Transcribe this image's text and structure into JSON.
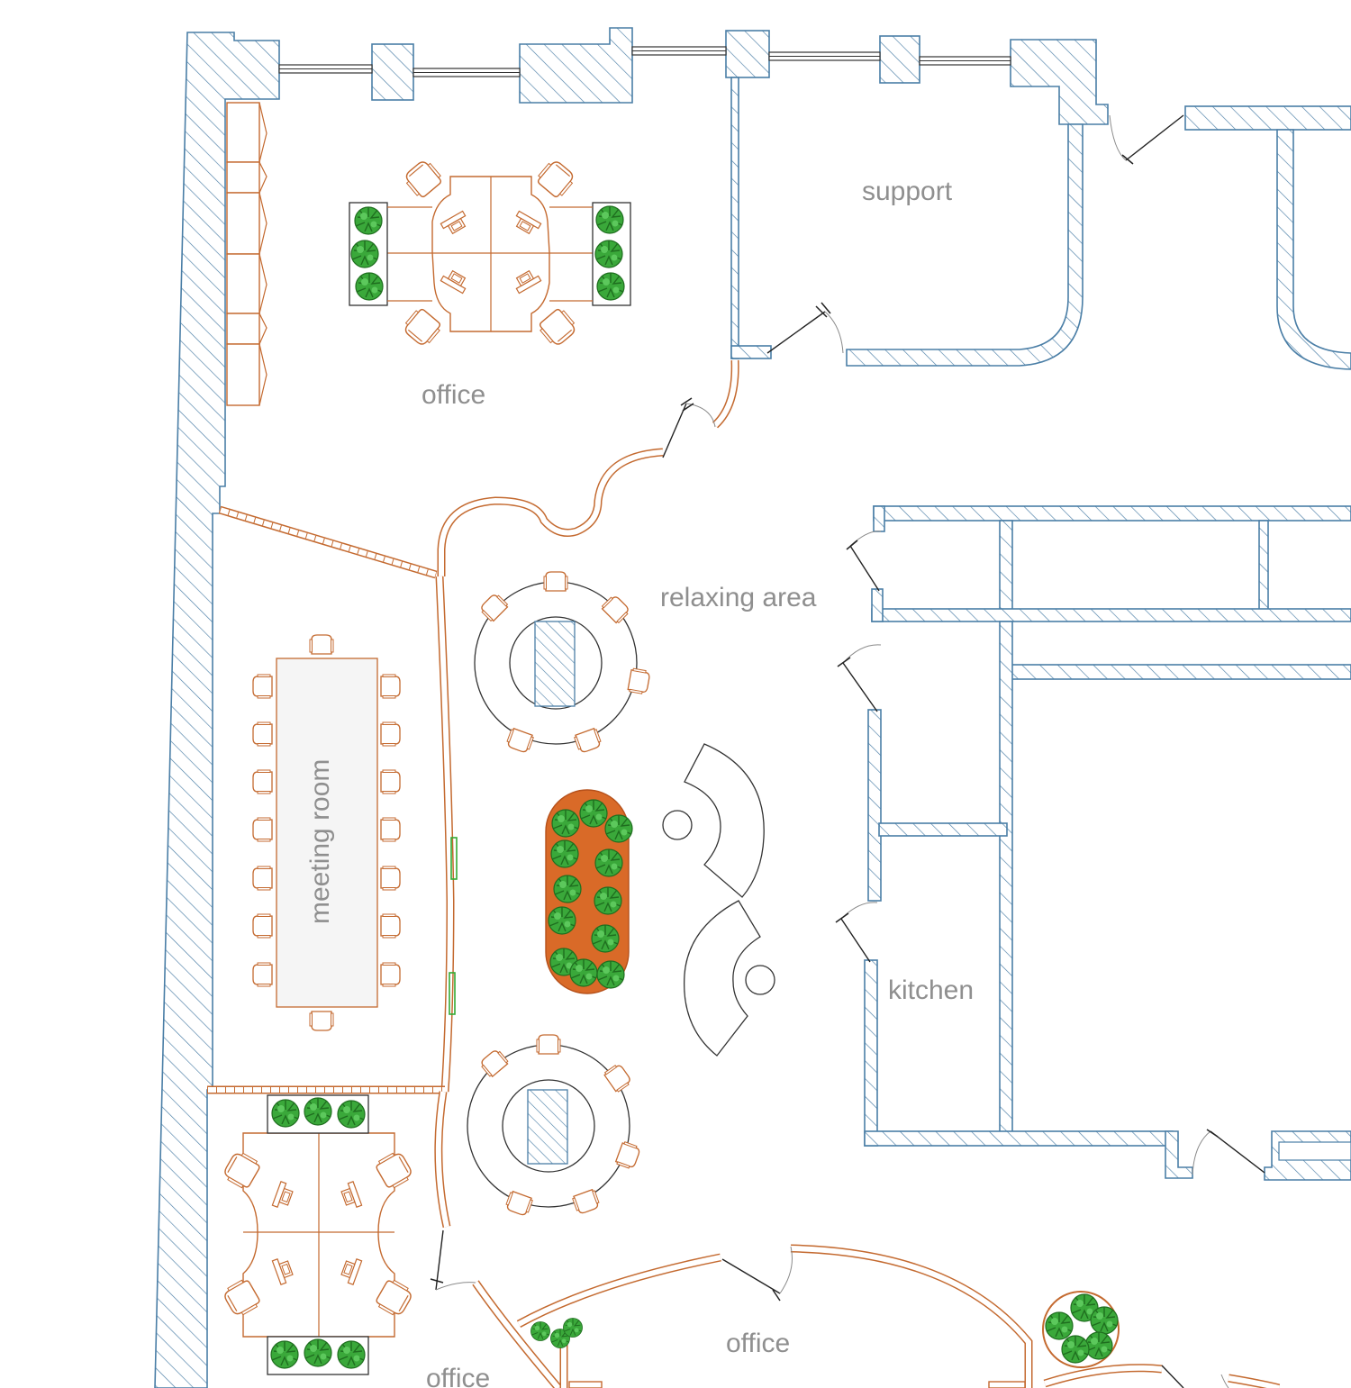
{
  "labels": {
    "office_top": "office",
    "support": "support",
    "relaxing_area": "relaxing area",
    "meeting_room": "meeting room",
    "kitchen": "kitchen",
    "office_bottom_center": "office",
    "office_bottom_left": "office"
  },
  "colors": {
    "wall_outline": "#4a7ea6",
    "partition": "#c46a30",
    "furniture": "#c46a30",
    "plant": "#2f9e2f",
    "label": "#8f8f8f",
    "planter_fill": "#d96a28"
  },
  "icons": {
    "plant": "plant-icon",
    "chair": "chair-icon",
    "door": "door-swing-icon"
  }
}
